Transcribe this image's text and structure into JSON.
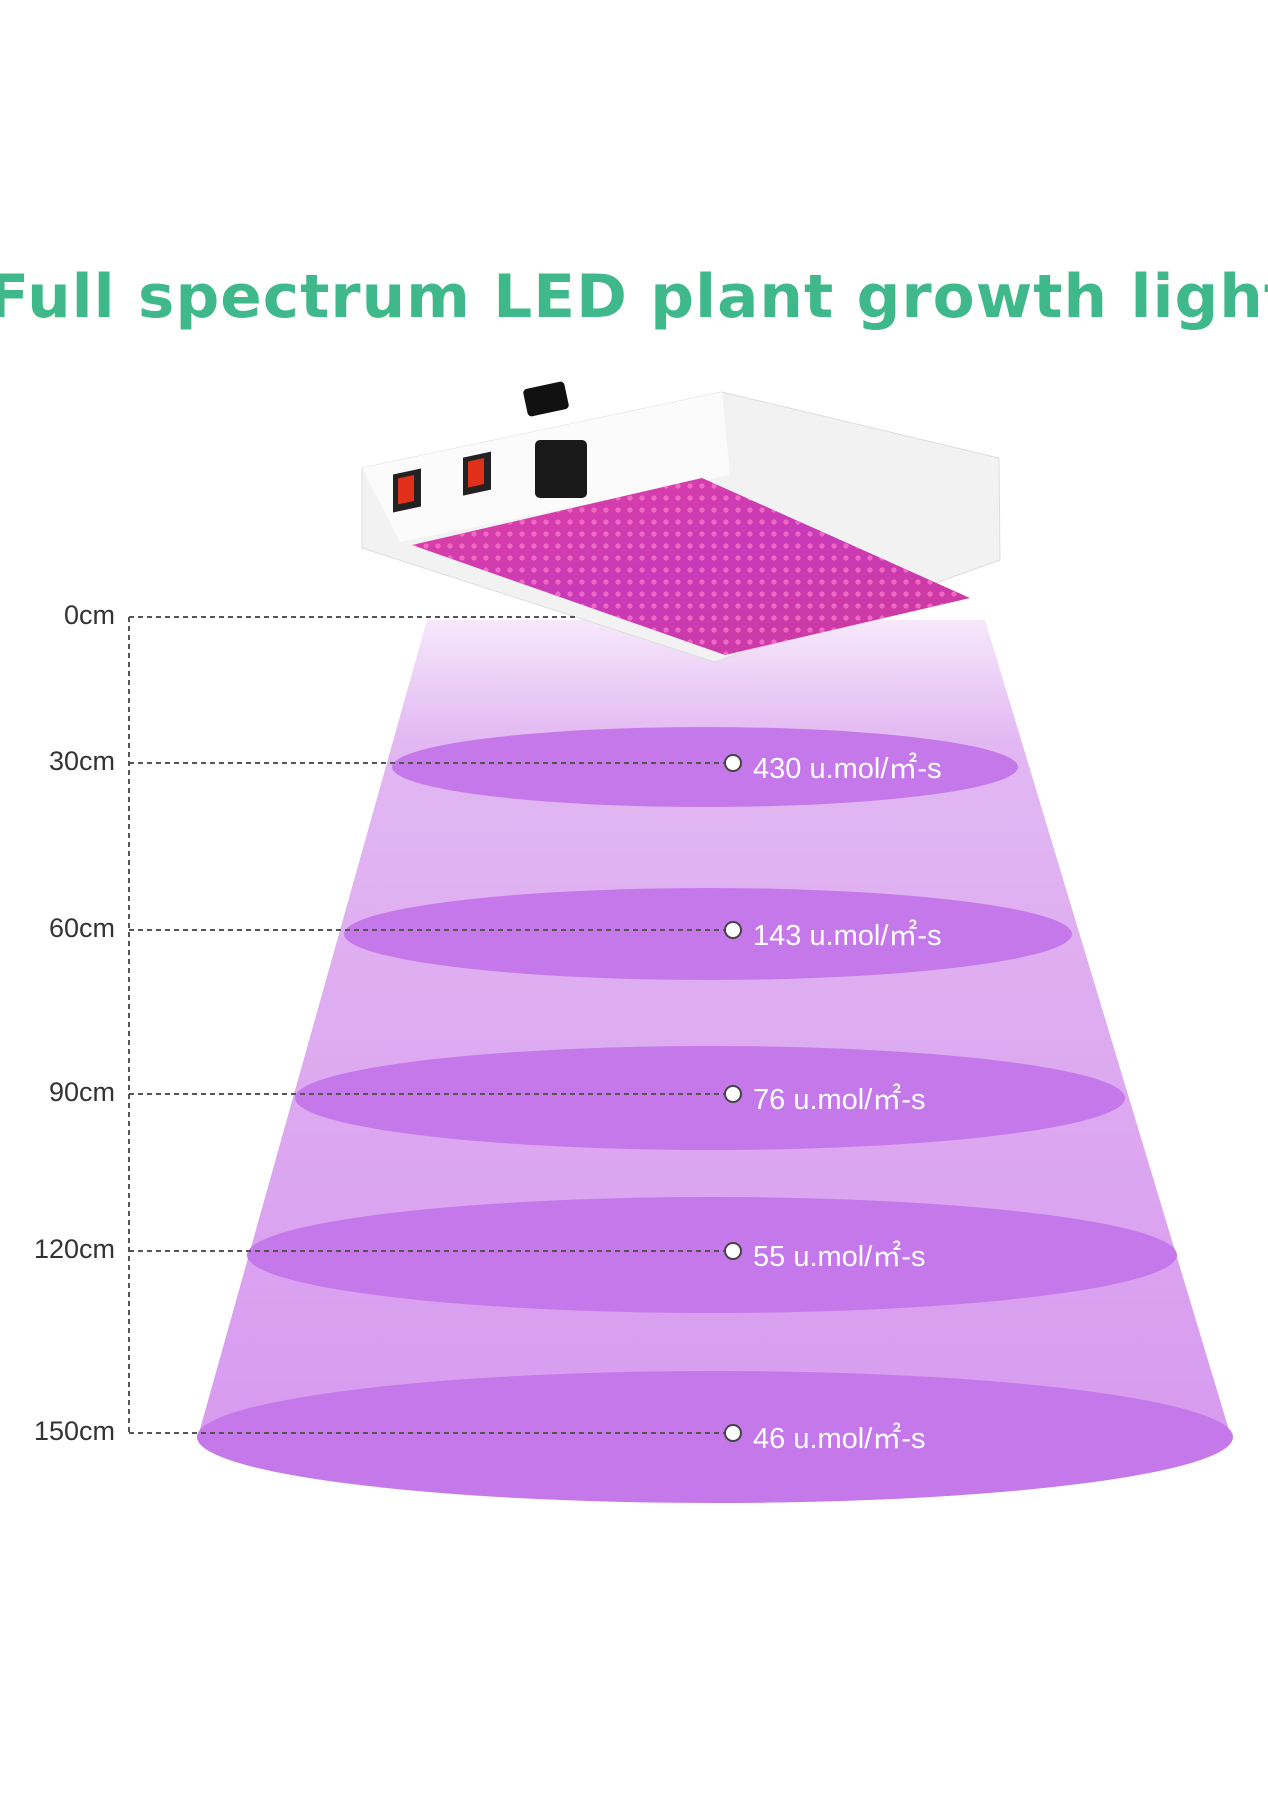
{
  "title": "Full spectrum LED plant growth light",
  "colors": {
    "title": "#3fb88b",
    "beam": "#c77ee8",
    "ring": "#b85ee0"
  },
  "levels": [
    {
      "distance": "0cm",
      "value": null
    },
    {
      "distance": "30cm",
      "value": "430 u.mol/㎡-s"
    },
    {
      "distance": "60cm",
      "value": "143 u.mol/㎡-s"
    },
    {
      "distance": "90cm",
      "value": "76 u.mol/㎡-s"
    },
    {
      "distance": "120cm",
      "value": "55 u.mol/㎡-s"
    },
    {
      "distance": "150cm",
      "value": "46 u.mol/㎡-s"
    }
  ]
}
